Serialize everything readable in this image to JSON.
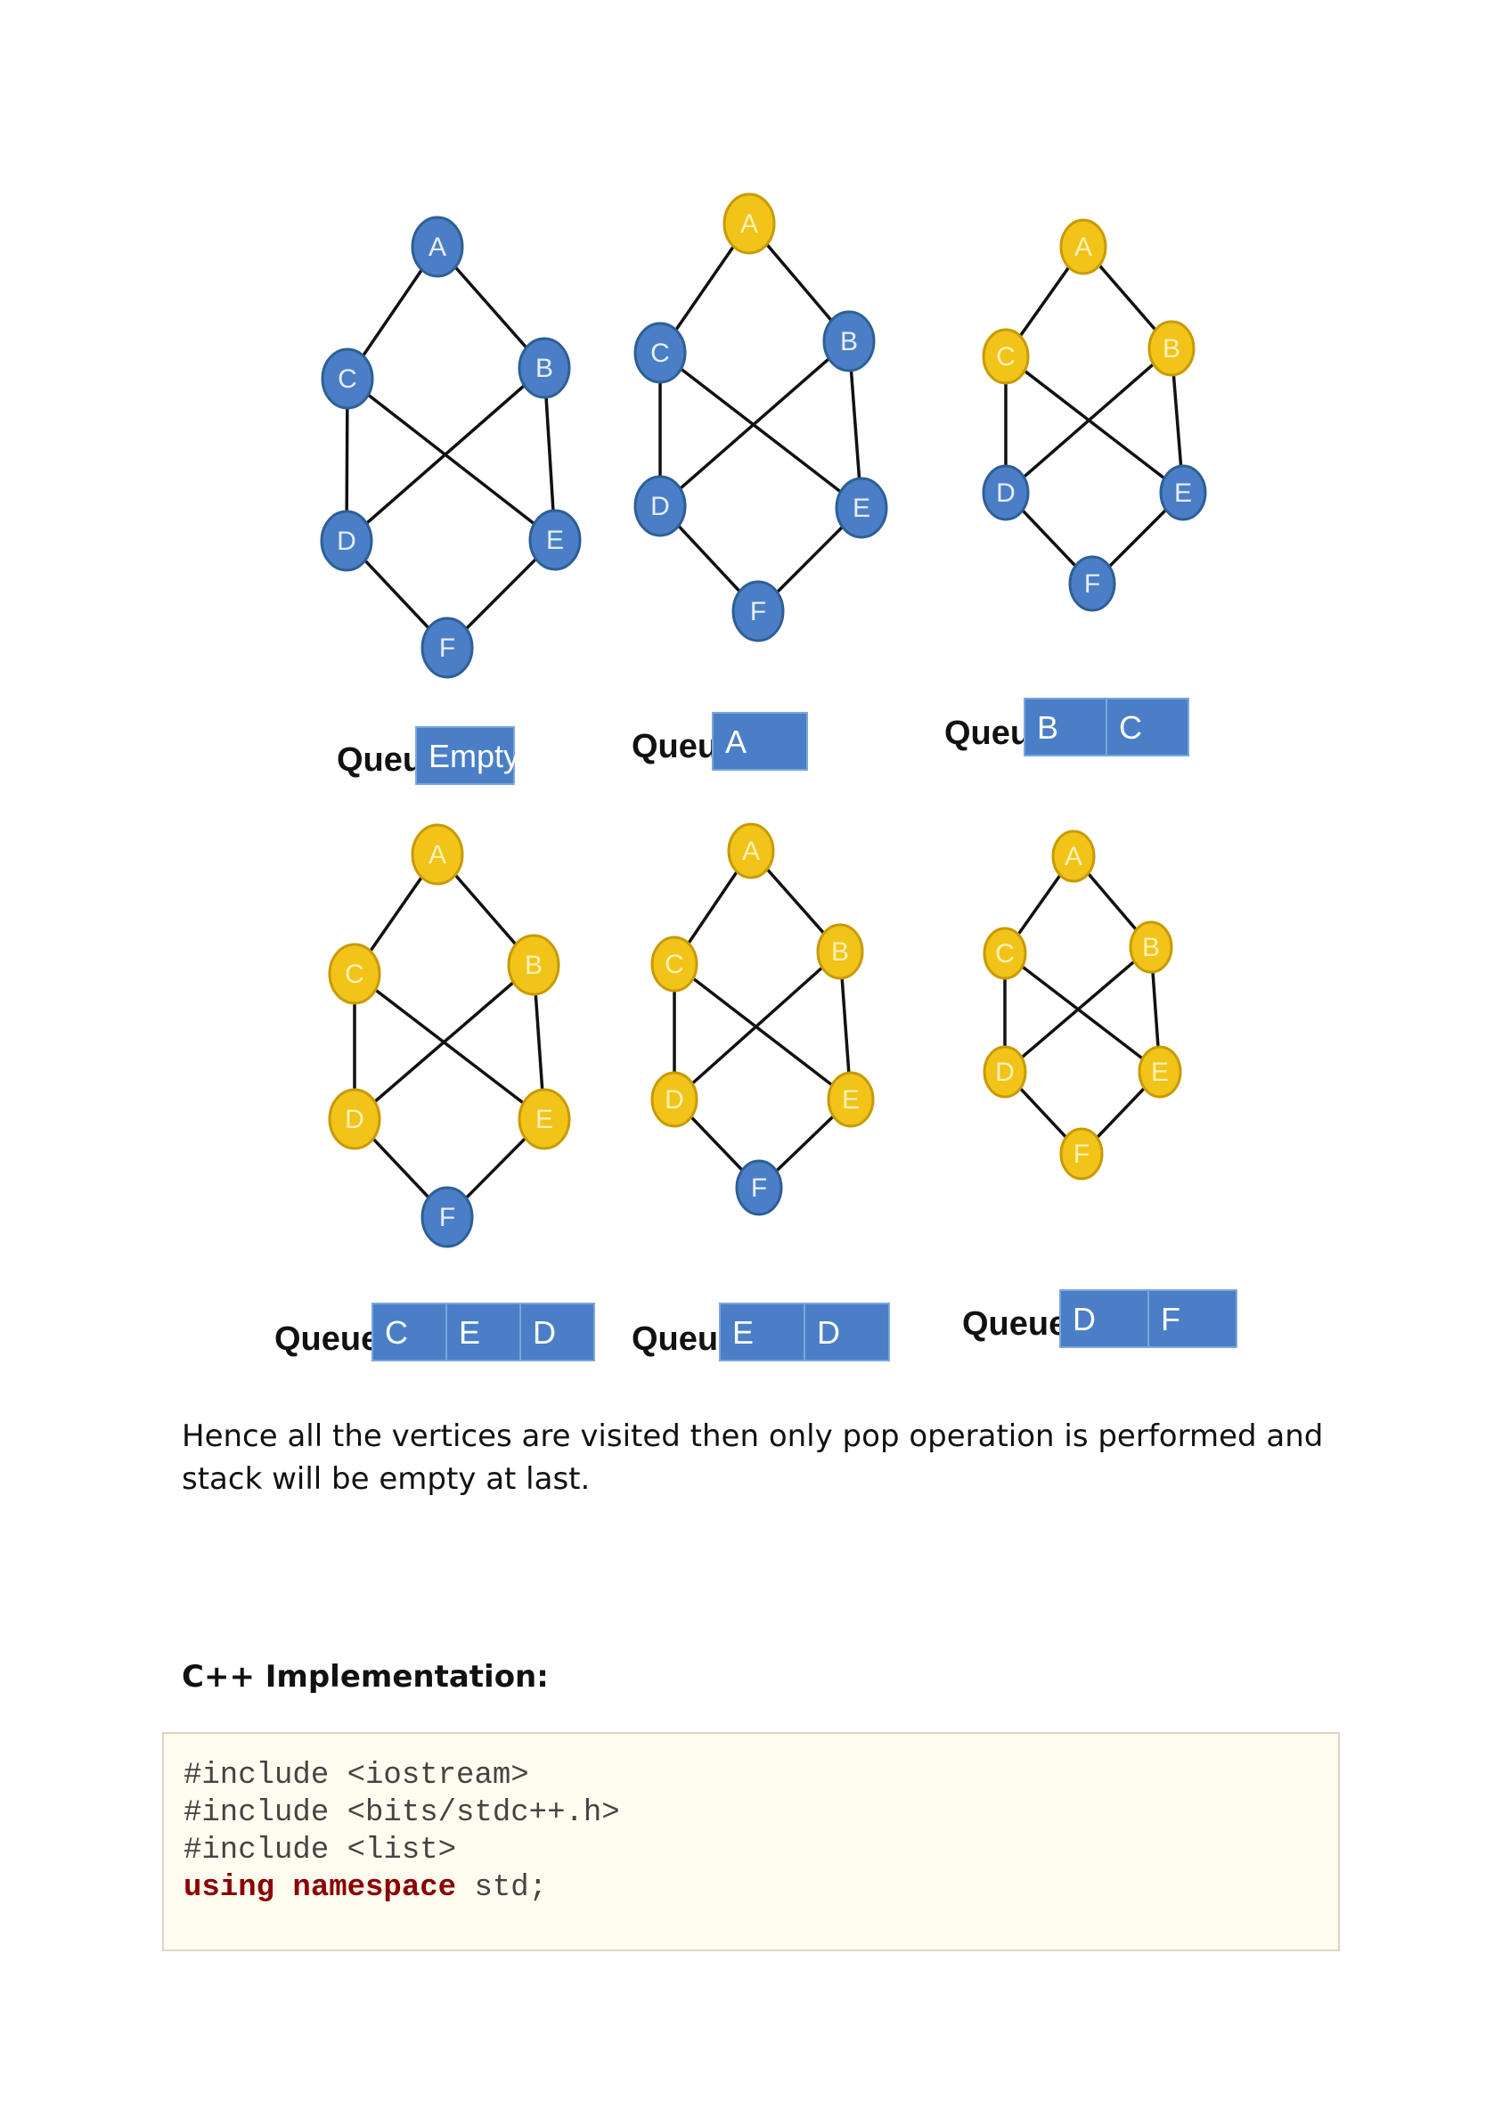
{
  "colors": {
    "unvisited": "#4a7ec6",
    "visited": "#f2c318",
    "queue_cell": "#4a7ec6",
    "keyword": "#8b0000",
    "code_bg": "#fefcef"
  },
  "figure": {
    "edges": [
      [
        "A",
        "B"
      ],
      [
        "A",
        "C"
      ],
      [
        "C",
        "D"
      ],
      [
        "C",
        "E"
      ],
      [
        "B",
        "D"
      ],
      [
        "B",
        "E"
      ],
      [
        "D",
        "F"
      ],
      [
        "E",
        "F"
      ]
    ],
    "panels": [
      {
        "visited": [],
        "queue_label": "Queue:",
        "queue": [
          "Empty"
        ]
      },
      {
        "visited": [
          "A"
        ],
        "queue_label": "Queue:",
        "queue": [
          "A"
        ]
      },
      {
        "visited": [
          "A",
          "B",
          "C"
        ],
        "queue_label": "Queue:",
        "queue": [
          "B",
          "C"
        ]
      },
      {
        "visited": [
          "A",
          "B",
          "C",
          "D",
          "E"
        ],
        "queue_label": "Queue:",
        "queue": [
          "C",
          "E",
          "D"
        ]
      },
      {
        "visited": [
          "A",
          "B",
          "C",
          "D",
          "E"
        ],
        "queue_label": "Queue:",
        "queue": [
          "E",
          "D"
        ]
      },
      {
        "visited": [
          "A",
          "B",
          "C",
          "D",
          "E",
          "F"
        ],
        "queue_label": "Queue:",
        "queue": [
          "D",
          "F"
        ]
      }
    ]
  },
  "paragraph": "Hence all the vertices are visited then only pop operation is performed and stack will be empty at last.",
  "heading": "C++ Implementation:",
  "code": {
    "line1": "#include <iostream>",
    "line2": "#include <bits/stdc++.h>",
    "line3": "#include <list>",
    "line4_keyword": "using namespace",
    "line4_rest": " std;"
  }
}
